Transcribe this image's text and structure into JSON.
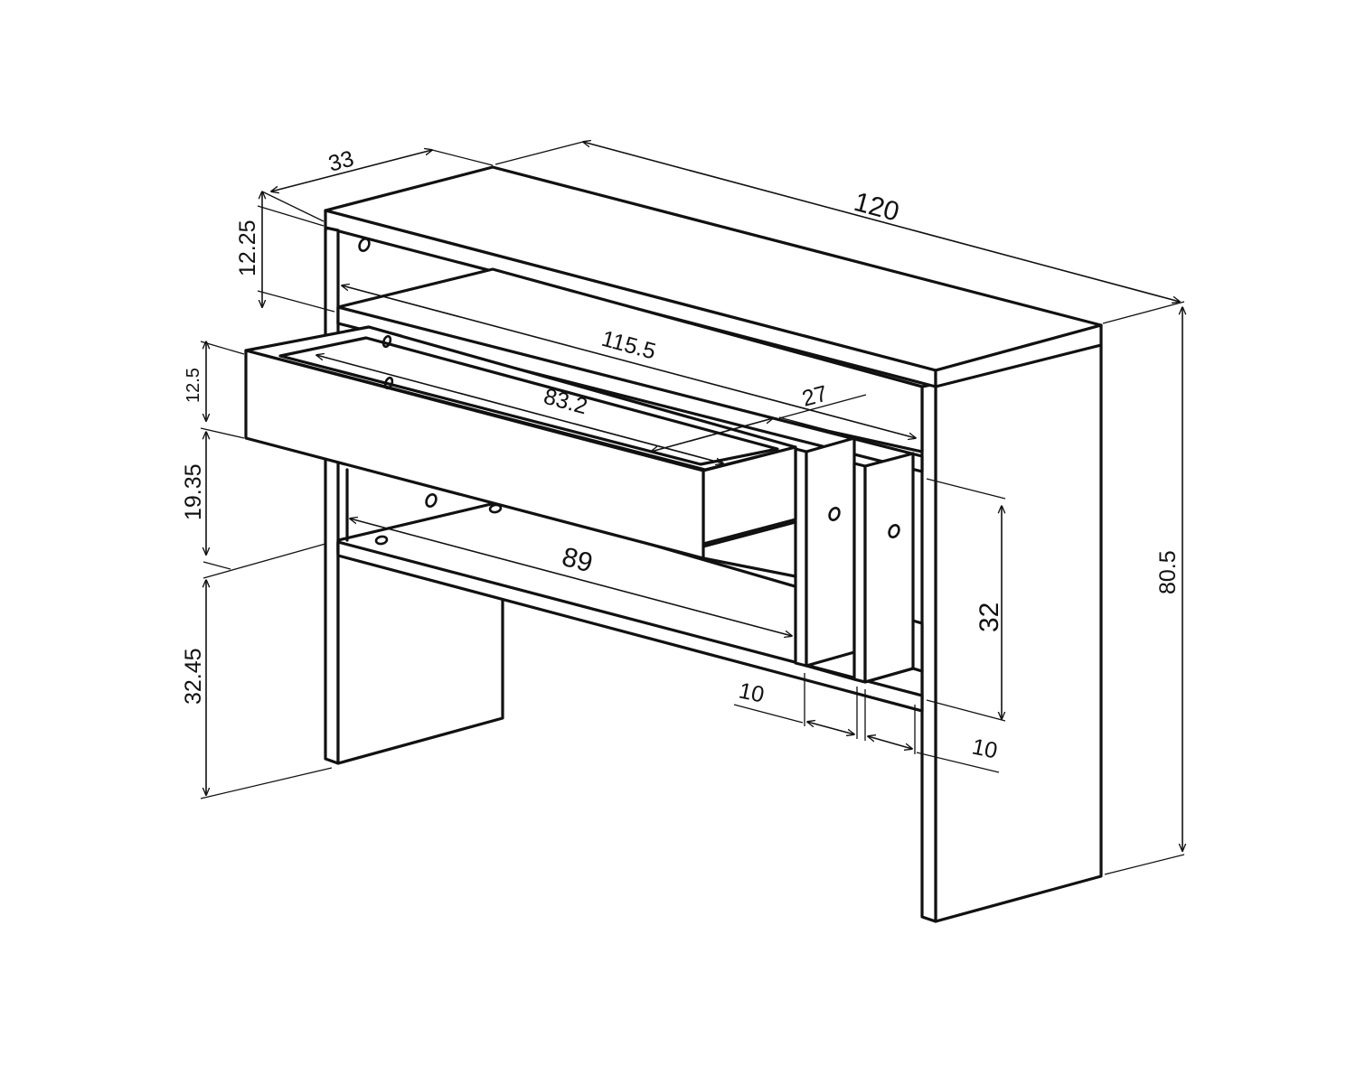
{
  "diagram": {
    "dimensions": {
      "depth": "33",
      "width": "120",
      "top_gap": "12.25",
      "inner_width": "115.5",
      "drawer_inner": "83.2",
      "drawer_depth": "27",
      "drawer_height": "12.5",
      "middle_gap": "19.35",
      "shelf_width": "89",
      "leg_height": "32.45",
      "compartment_height": "32",
      "total_height": "80.5",
      "compartment_a": "10",
      "compartment_b": "10"
    }
  }
}
